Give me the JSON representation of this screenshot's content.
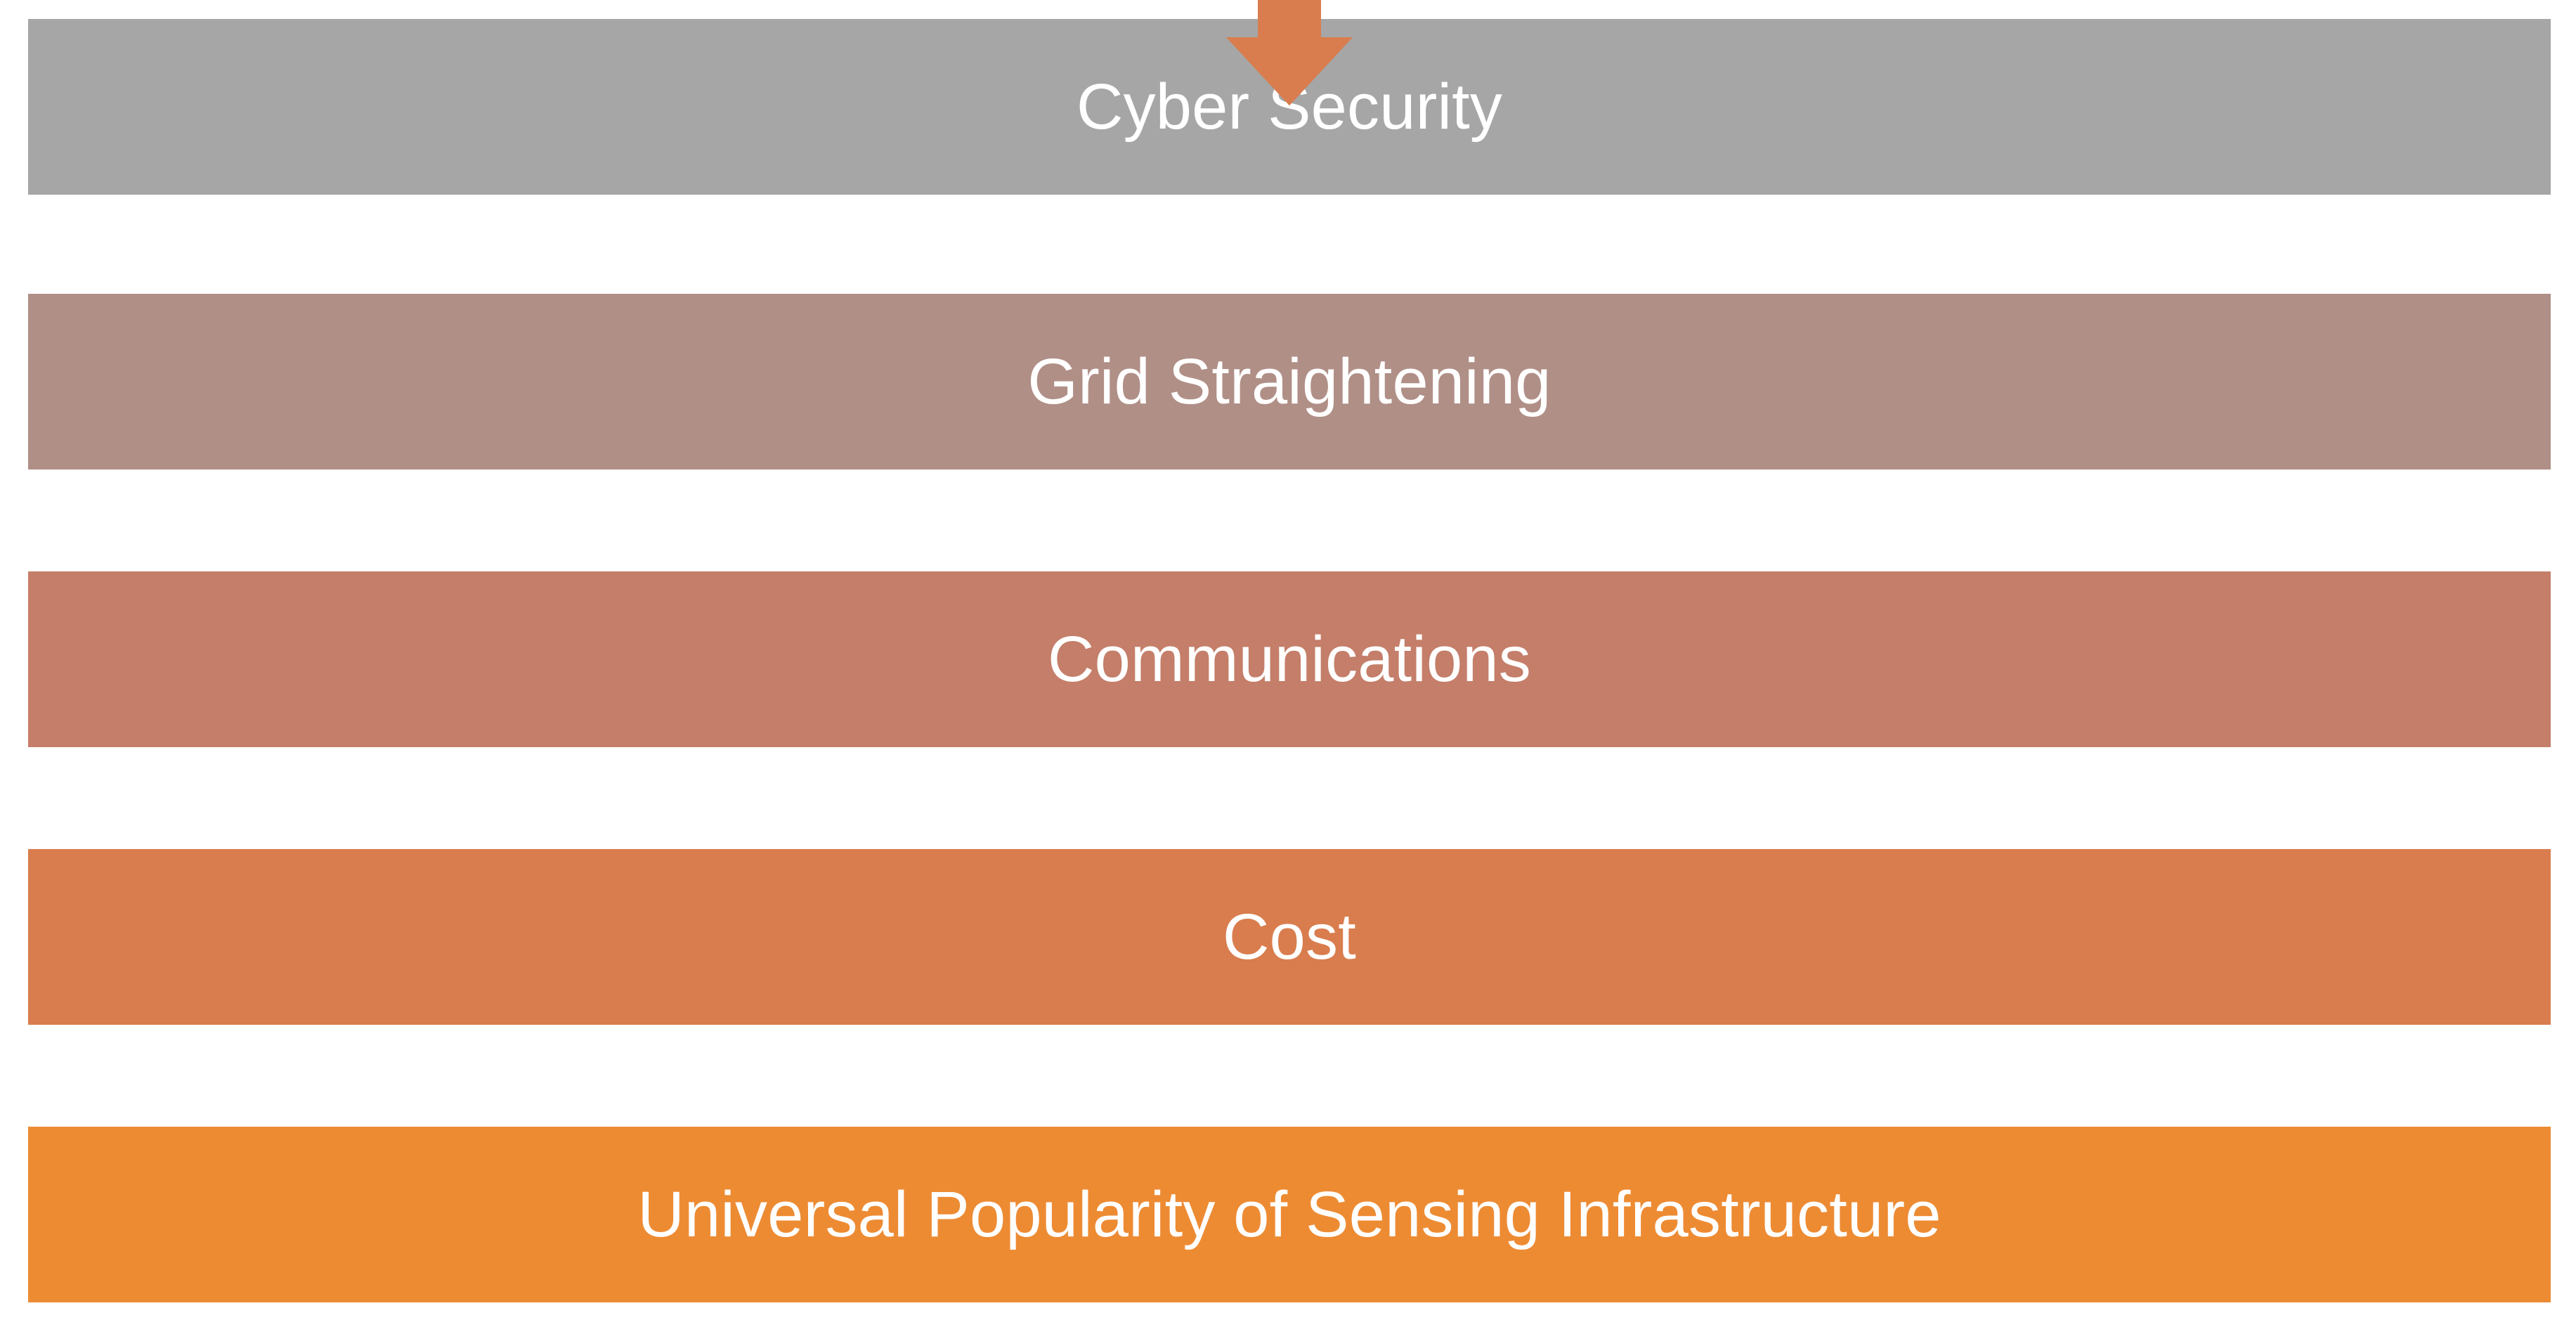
{
  "diagram": {
    "type": "vertical-flow-chart",
    "title": "",
    "background_color": "#FFFFFF",
    "text_color": "#FFFFFF",
    "stages": [
      {
        "label": "Cyber Security",
        "color": "#A6A6A6",
        "order": 1
      },
      {
        "label": "Grid Straightening",
        "color": "#B08F87",
        "order": 2
      },
      {
        "label": "Communications",
        "color": "#C47E69",
        "order": 3
      },
      {
        "label": "Cost",
        "color": "#D97D4E",
        "order": 4
      },
      {
        "label": "Universal Popularity of Sensing Infrastructure",
        "color": "#ED8B33",
        "order": 5
      }
    ],
    "connectors": [
      {
        "from": "Cyber Security",
        "to": "Grid Straightening",
        "color": "#A6A6A6",
        "icon": "down-arrow-icon"
      },
      {
        "from": "Grid Straightening",
        "to": "Communications",
        "color": "#B08F87",
        "icon": "down-arrow-icon"
      },
      {
        "from": "Communications",
        "to": "Cost",
        "color": "#C47E69",
        "icon": "down-arrow-icon"
      },
      {
        "from": "Cost",
        "to": "Universal Popularity of Sensing Infrastructure",
        "color": "#D97D4E",
        "icon": "down-arrow-icon"
      }
    ]
  }
}
